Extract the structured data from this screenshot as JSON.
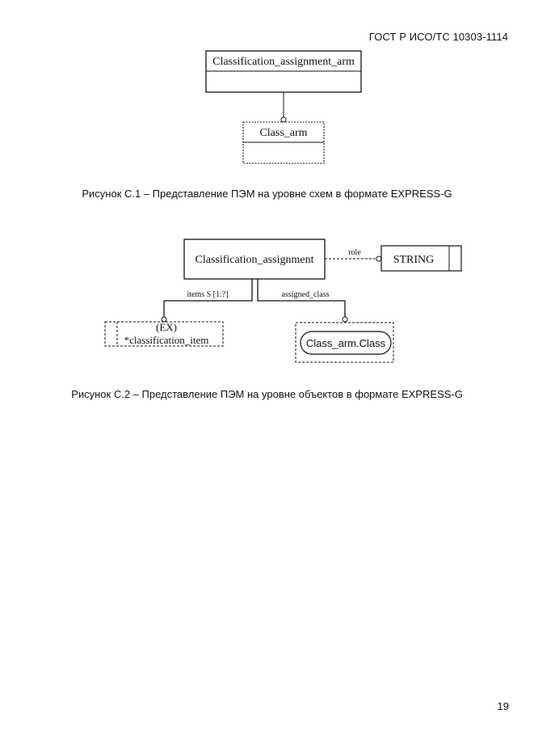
{
  "header": {
    "standard": "ГОСТ Р ИСО/ТС 10303-1114"
  },
  "figure1": {
    "parent_entity": "Classification_assignment_arm",
    "child_entity": "Class_arm",
    "caption": "Рисунок С.1 – Представление ПЭМ на уровне схем в формате EXPRESS-G"
  },
  "figure2": {
    "main_entity": "Classification_assignment",
    "role_label": "role",
    "string_type": "STRING",
    "items_label": "items S [1:?]",
    "assigned_label": "assigned_class",
    "select_marker": "(EX)",
    "select_name": "*classification_item",
    "class_ref": "Class_arm.Class",
    "caption": "Рисунок С.2 – Представление ПЭМ на уровне объектов в формате EXPRESS-G"
  },
  "footer": {
    "page_number": "19"
  }
}
